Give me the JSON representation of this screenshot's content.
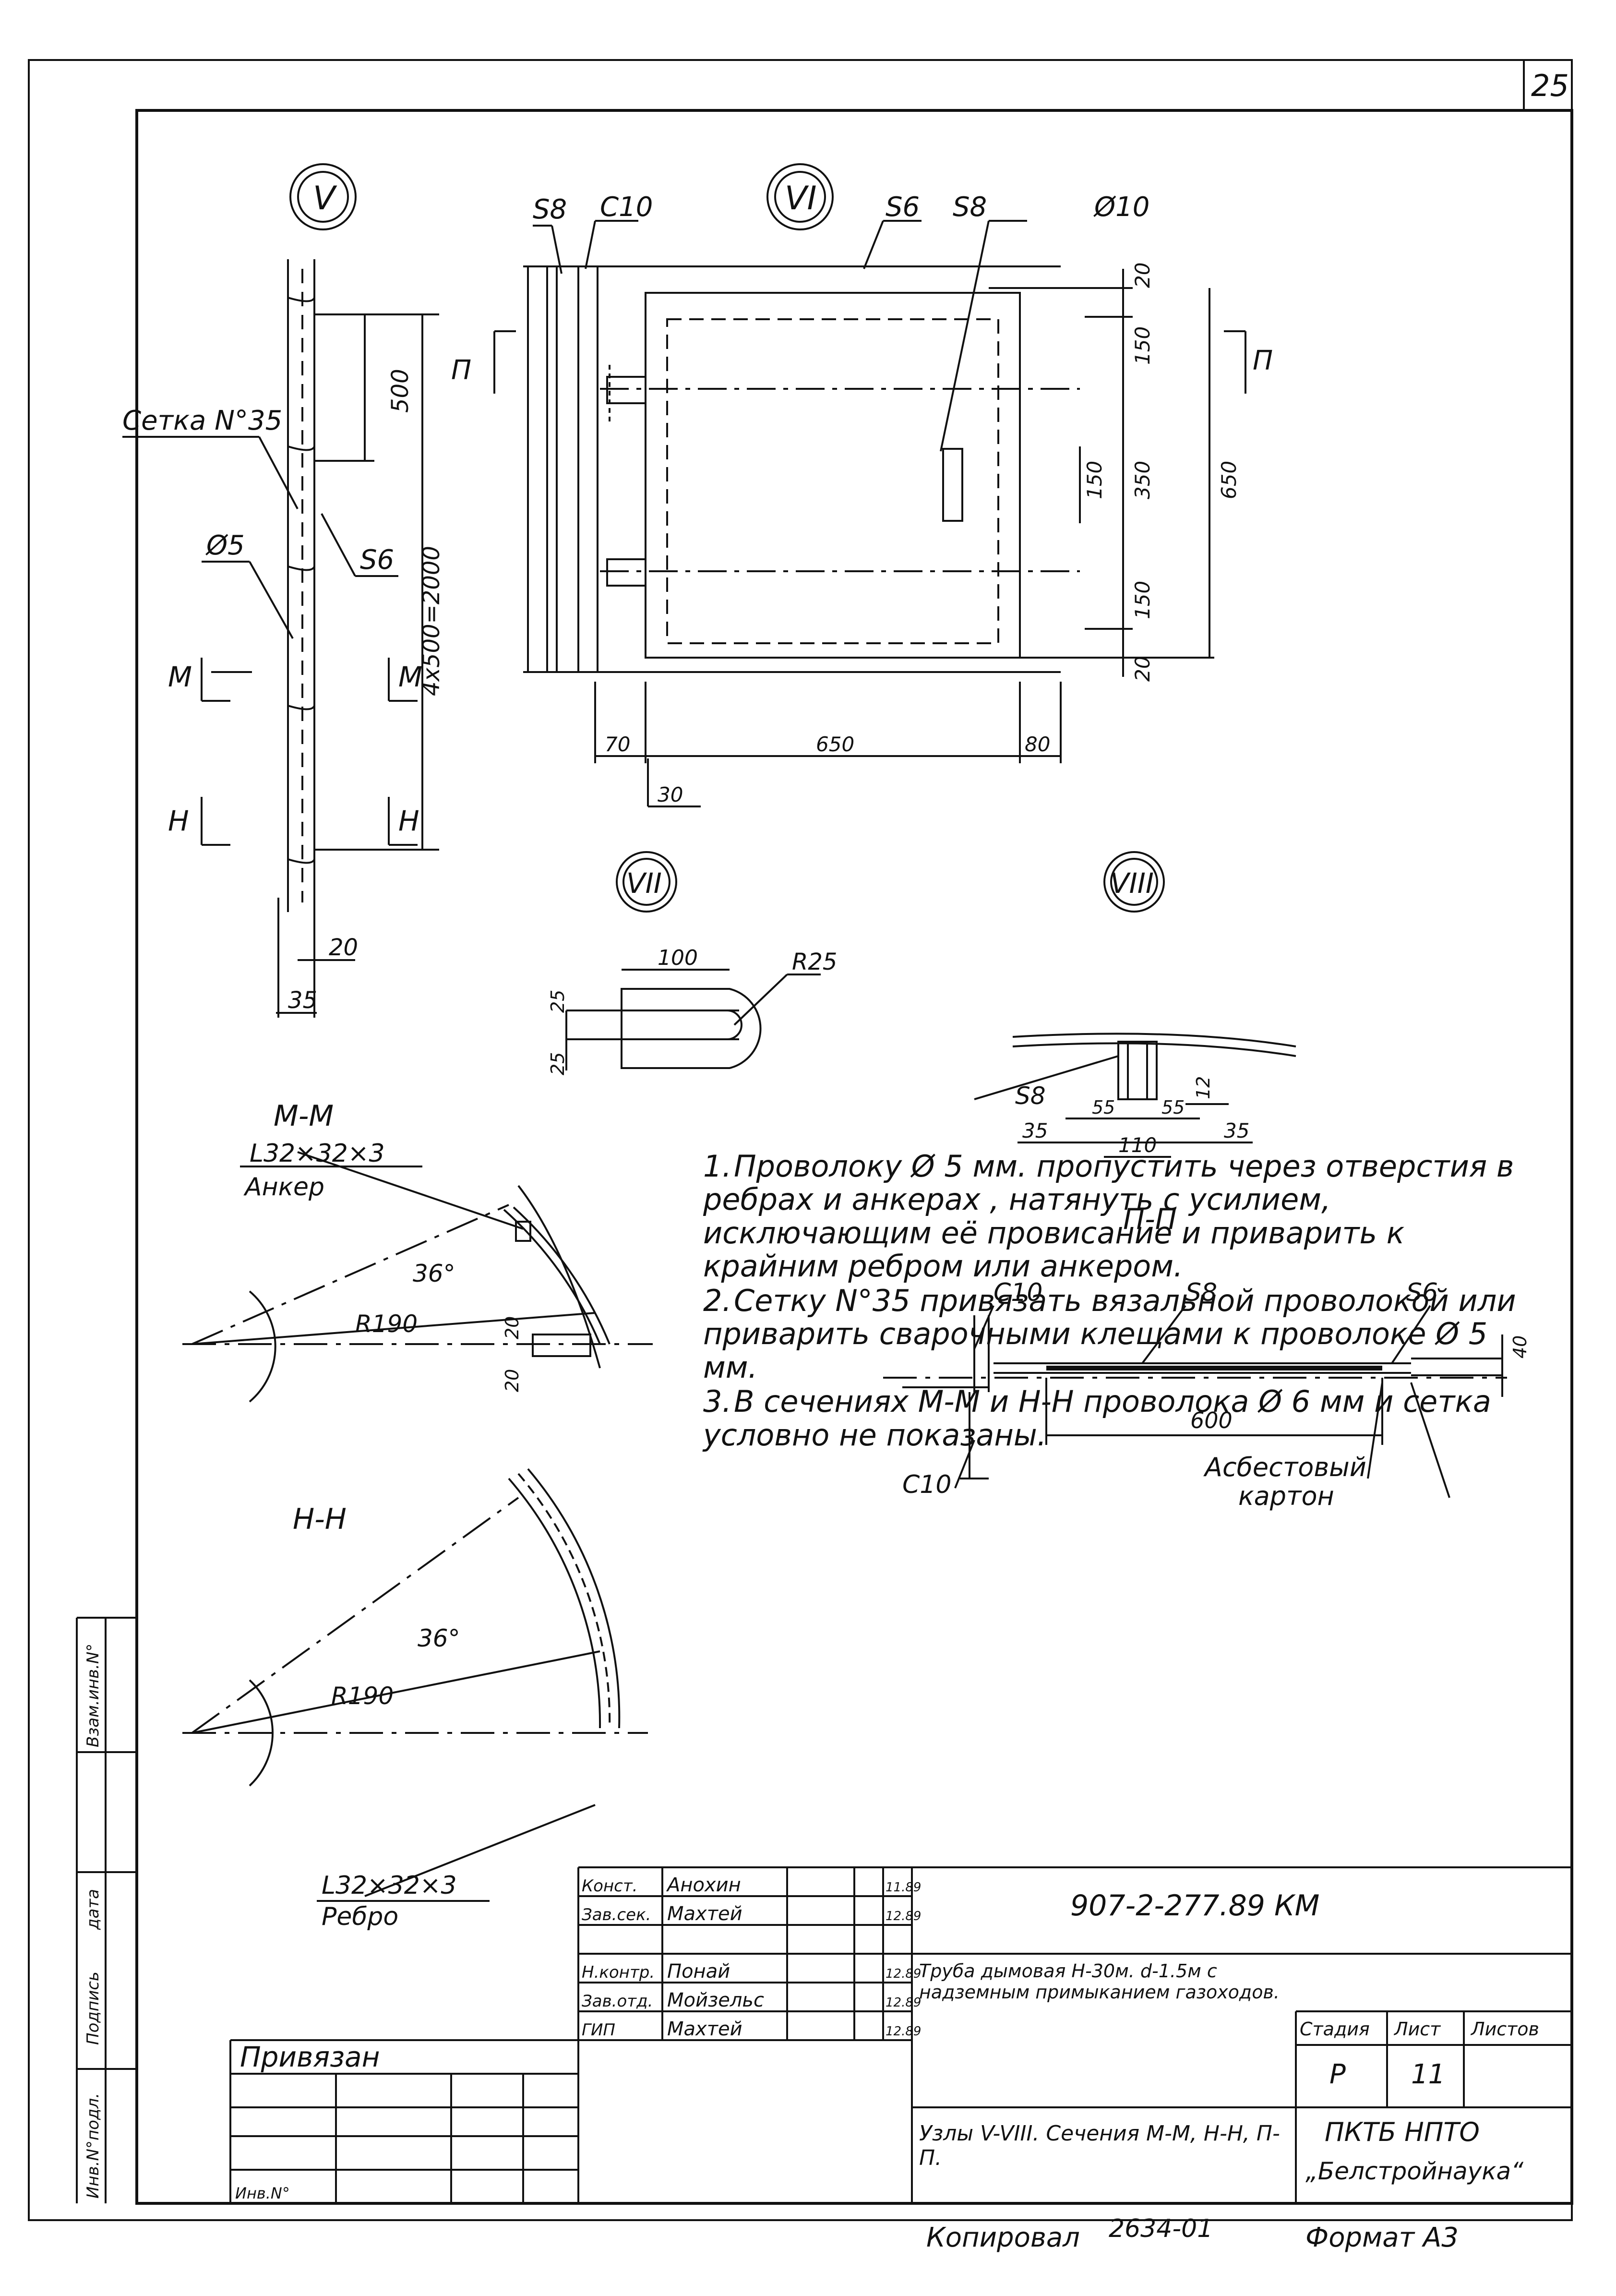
{
  "page_number": "25",
  "nodes": {
    "v": "V",
    "vi": "VI",
    "vii": "VII",
    "viii": "VIII"
  },
  "node_v": {
    "mesh_label": "Сетка N°35",
    "wire_label": "Ø5",
    "sheet_label": "S6",
    "dim_500": "500",
    "dim_pitch": "4x500=2000",
    "dim_20": "20",
    "dim_35": "35",
    "cut_m": "М",
    "cut_n": "Н"
  },
  "node_vi": {
    "s8": "S8",
    "c10": "C10",
    "s6": "S6",
    "s8b": "S8",
    "d10": "Ø10",
    "cut_p": "П",
    "dim_20a": "20",
    "dim_150a": "150",
    "dim_350": "350",
    "dim_150c": "150",
    "dim_150b": "150",
    "dim_20b": "20",
    "dim_650v": "650",
    "dim_70": "70",
    "dim_650h": "650",
    "dim_80": "80",
    "dim_30": "30"
  },
  "node_vii": {
    "dim_100": "100",
    "r25": "R25",
    "dim_25a": "25",
    "dim_25b": "25"
  },
  "node_viii": {
    "s8": "S8",
    "d55a": "55",
    "d55b": "55",
    "d12": "12",
    "d35a": "35",
    "d35b": "35",
    "d110": "110"
  },
  "section_mm": {
    "title": "М-М",
    "profile": "L32×32×3",
    "part": "Анкер",
    "angle": "36°",
    "radius": "R190",
    "d20a": "20",
    "d20b": "20"
  },
  "section_nn": {
    "title": "Н-Н",
    "angle": "36°",
    "radius": "R190",
    "profile": "L32×32×3",
    "part": "Ребро"
  },
  "section_pp": {
    "title": "П-П",
    "c10a": "C10",
    "s8": "S8",
    "s6": "S6",
    "d40": "40",
    "d600": "600",
    "c10b": "C10",
    "board1": "Асбестовый",
    "board2": "картон"
  },
  "notes": [
    {
      "num": "1.",
      "text": "Проволоку Ø 5 мм. пропустить через отверстия в ребрах и анкерах , натянуть с усилием, исключающим её провисание и приварить к крайним ребром или анкером."
    },
    {
      "num": "2.",
      "text": "Сетку N°35 привязать вязальной проволокой или приварить сварочными клещами к проволоке Ø 5 мм."
    },
    {
      "num": "3.",
      "text": "В сечениях М-М и Н-Н проволока Ø 6 мм и сетка условно не показаны."
    }
  ],
  "title_block": {
    "code": "907-2-277.89 КМ",
    "roles": [
      {
        "role": "Конст.",
        "name": "Анохин",
        "date": "11.89"
      },
      {
        "role": "Зав.сек.",
        "name": "Махтей",
        "date": "12.89"
      },
      {
        "role": "",
        "name": "",
        "date": ""
      },
      {
        "role": "Н.контр.",
        "name": "Понай",
        "date": "12.89"
      },
      {
        "role": "Зав.отд.",
        "name": "Мойзельс",
        "date": "12.89"
      },
      {
        "role": "ГИП",
        "name": "Махтей",
        "date": "12.89"
      }
    ],
    "object": "Труба дымовая Н-30м. d-1.5м с надземным примыканием газоходов.",
    "sheet_title": "Узлы V-VIII. Сечения М-М, Н-Н, П-П.",
    "stage_label": "Стадия",
    "sheet_label": "Лист",
    "sheets_label": "Листов",
    "stage": "Р",
    "sheet": "11",
    "org1": "ПКТБ НПТО",
    "org2": "„Белстройнаука“",
    "bound": "Привязан",
    "inv": "Инв.N°",
    "copied_label": "Копировал",
    "copied_num": "2634-01",
    "format": "Формат А3",
    "side": [
      "Инв.N°подл.",
      "Подпись",
      "дата",
      "Взам.инв.N°"
    ]
  },
  "colors": {
    "ink": "#111111",
    "paper": "#ffffff"
  }
}
